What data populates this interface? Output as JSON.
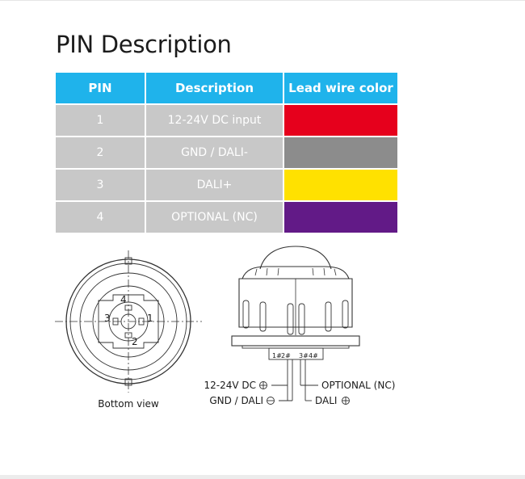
{
  "title": "PIN Description",
  "table": {
    "headers": [
      "PIN",
      "Description",
      "Lead wire color"
    ],
    "rows": [
      {
        "pin": "1",
        "description": "12-24V DC input",
        "color": "#e6001c"
      },
      {
        "pin": "2",
        "description": "GND / DALI-",
        "color": "#8c8c8c"
      },
      {
        "pin": "3",
        "description": "DALI+",
        "color": "#ffe100"
      },
      {
        "pin": "4",
        "description": "OPTIONAL (NC)",
        "color": "#621a87"
      }
    ]
  },
  "bottom_view": {
    "caption": "Bottom view",
    "pins": {
      "p1": "1",
      "p2": "2",
      "p3": "3",
      "p4": "4"
    }
  },
  "side_view": {
    "pin_marks": {
      "a": "1#",
      "b": "2#",
      "c": "3#",
      "d": "4#"
    },
    "callouts": {
      "dc": "12-24V DC",
      "gnd": "GND / DALI",
      "optional": "OPTIONAL (NC)",
      "dali": "DALI"
    }
  }
}
